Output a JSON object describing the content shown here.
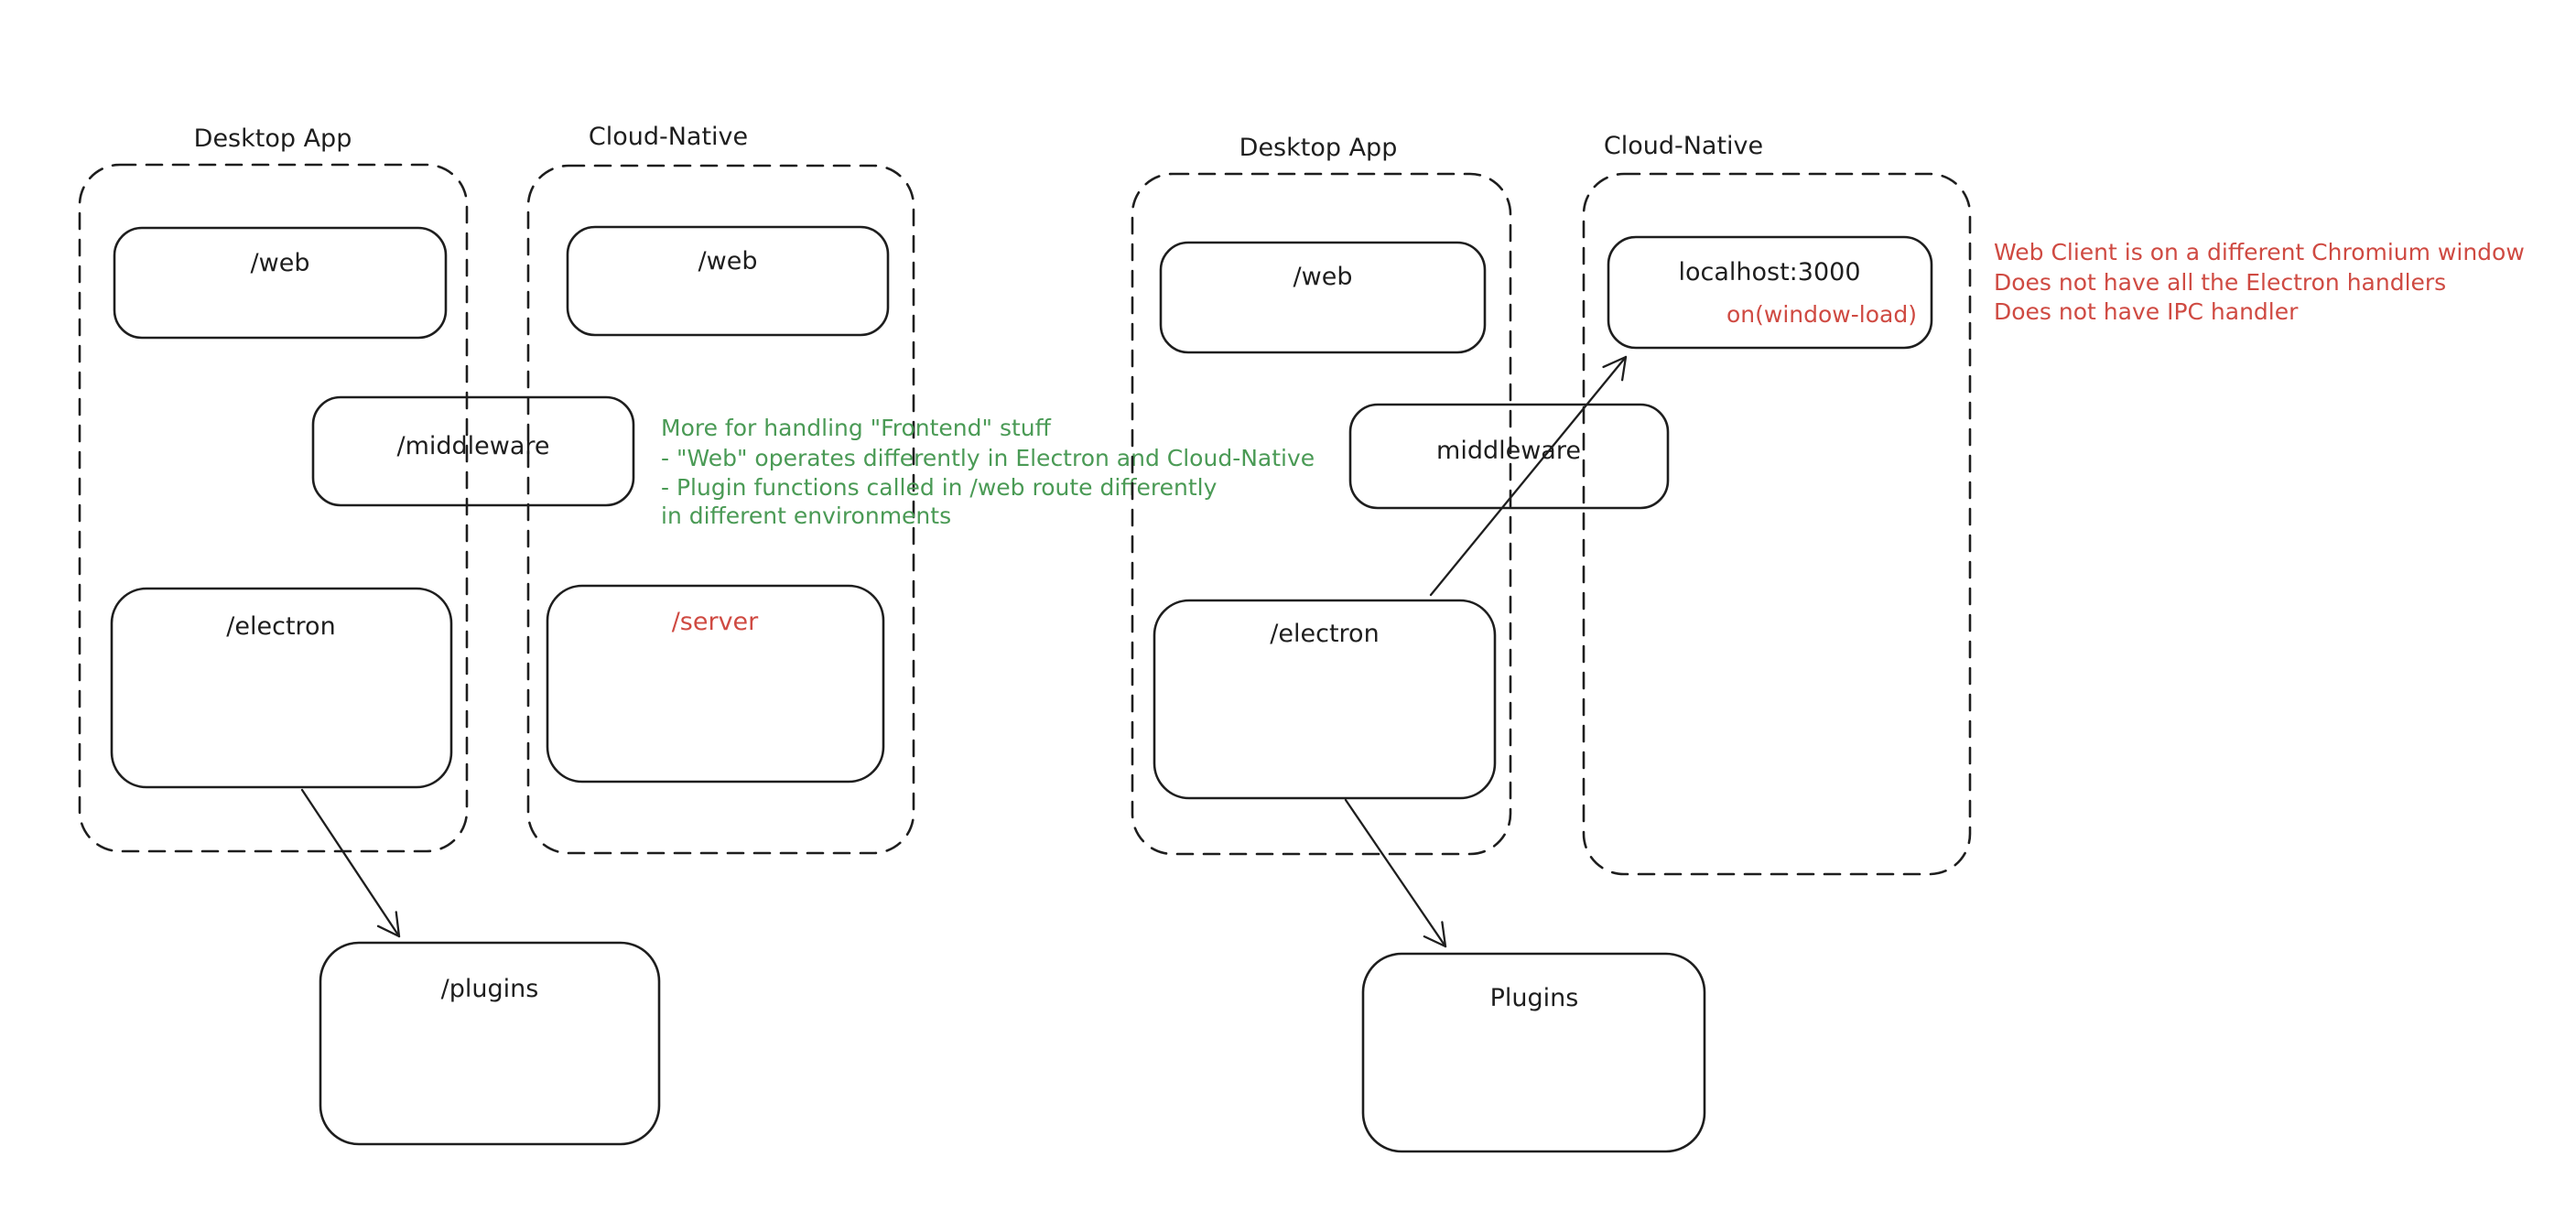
{
  "colors": {
    "ink": "#1e1e1e",
    "green": "#4a9a55",
    "red": "#cf4a42",
    "background": "#ffffff"
  },
  "left": {
    "desktop_app": {
      "title": "Desktop App",
      "web_label": "/web",
      "electron_label": "/electron"
    },
    "cloud_native": {
      "title": "Cloud-Native",
      "web_label": "/web",
      "server_label": "/server"
    },
    "middleware_label": "/middleware",
    "plugins_label": "/plugins",
    "green_note": {
      "line1": "More for handling \"Frontend\" stuff",
      "line2": "- \"Web\" operates differently in Electron and Cloud-Native",
      "line3": "- Plugin functions called in /web route differently",
      "line4": "in different environments"
    }
  },
  "right": {
    "desktop_app": {
      "title": "Desktop App",
      "web_label": "/web",
      "electron_label": "/electron"
    },
    "cloud_native": {
      "title": "Cloud-Native",
      "localhost_label": "localhost:3000",
      "window_load_label": "on(window-load)"
    },
    "middleware_label": "middleware",
    "plugins_label": "Plugins",
    "red_note": {
      "line1": "Web Client is on a different Chromium window",
      "line2": "Does not have all the Electron handlers",
      "line3": "Does not have IPC handler"
    }
  }
}
